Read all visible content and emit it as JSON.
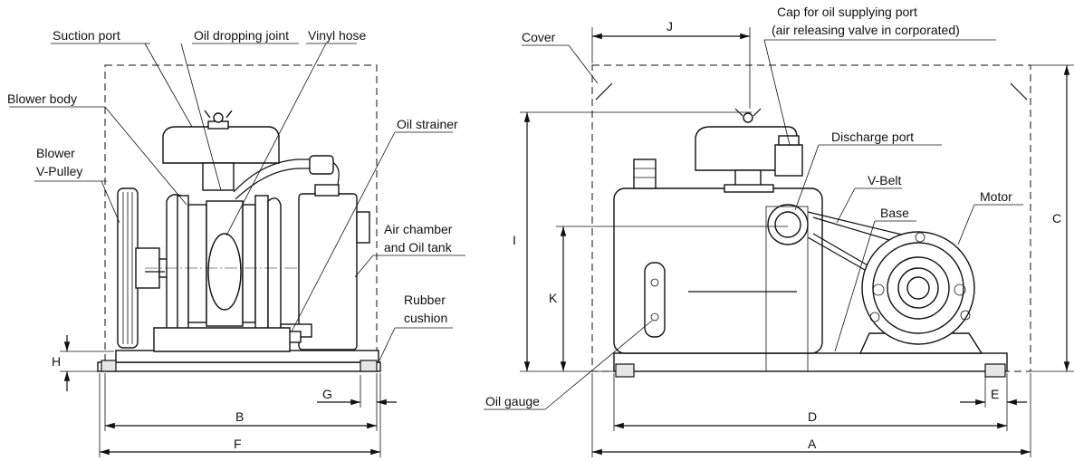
{
  "labels": {
    "suction_port": "Suction port",
    "oil_dropping_joint": "Oil dropping joint",
    "vinyl_hose": "Vinyl hose",
    "blower_body": "Blower body",
    "blower_vpulley_1": "Blower",
    "blower_vpulley_2": "V-Pulley",
    "oil_strainer": "Oil strainer",
    "air_chamber_1": "Air chamber",
    "air_chamber_2": "and Oil tank",
    "rubber_cushion_1": "Rubber",
    "rubber_cushion_2": "cushion",
    "cover": "Cover",
    "cap_1": "Cap for oil supplying port",
    "cap_2": "(air releasing valve in corporated)",
    "discharge_port": "Discharge port",
    "v_belt": "V-Belt",
    "base": "Base",
    "motor": "Motor",
    "oil_gauge": "Oil gauge"
  },
  "dimensions": {
    "A": "A",
    "B": "B",
    "C": "C",
    "D": "D",
    "E": "E",
    "F": "F",
    "G": "G",
    "H": "H",
    "I": "I",
    "J": "J",
    "K": "K"
  },
  "colors": {
    "line": "#111111",
    "background": "#ffffff"
  }
}
